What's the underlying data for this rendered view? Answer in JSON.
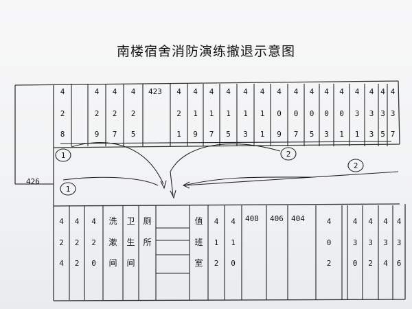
{
  "title": "南楼宿舍消防演练撤退示意图",
  "side_room": "426",
  "top_rooms": [
    {
      "id": "r428",
      "chars": [
        "4",
        "2",
        "8"
      ]
    },
    {
      "id": "blank1",
      "chars": []
    },
    {
      "id": "r429",
      "chars": [
        "4",
        "2",
        "9"
      ]
    },
    {
      "id": "r427",
      "chars": [
        "4",
        "2",
        "7"
      ]
    },
    {
      "id": "r425",
      "chars": [
        "4",
        "2",
        "5"
      ]
    },
    {
      "id": "r423",
      "chars": [
        "423"
      ]
    },
    {
      "id": "r421",
      "chars": [
        "4",
        "2",
        "1"
      ]
    },
    {
      "id": "r419",
      "chars": [
        "4",
        "1",
        "9"
      ]
    },
    {
      "id": "r417",
      "chars": [
        "4",
        "1",
        "7"
      ]
    },
    {
      "id": "r415",
      "chars": [
        "4",
        "1",
        "5"
      ]
    },
    {
      "id": "r413",
      "chars": [
        "4",
        "1",
        "3"
      ]
    },
    {
      "id": "r411",
      "chars": [
        "4",
        "1",
        "1"
      ]
    },
    {
      "id": "r409",
      "chars": [
        "4",
        "0",
        "9"
      ]
    },
    {
      "id": "r407",
      "chars": [
        "4",
        "0",
        "7"
      ]
    },
    {
      "id": "r405",
      "chars": [
        "4",
        "0",
        "5"
      ]
    },
    {
      "id": "r403",
      "chars": [
        "4",
        "0",
        "3"
      ]
    },
    {
      "id": "r401",
      "chars": [
        "4",
        "0",
        "1"
      ]
    },
    {
      "id": "r431",
      "chars": [
        "4",
        "3",
        "1"
      ]
    },
    {
      "id": "r433",
      "chars": [
        "4",
        "3",
        "3"
      ]
    },
    {
      "id": "r435",
      "chars": [
        "4",
        "3",
        "5"
      ]
    },
    {
      "id": "r437",
      "chars": [
        "4",
        "3",
        "7"
      ]
    }
  ],
  "bottom_rooms": [
    {
      "id": "r424",
      "chars": [
        "4",
        "2",
        "4"
      ]
    },
    {
      "id": "r422",
      "chars": [
        "4",
        "2",
        "2"
      ]
    },
    {
      "id": "r420",
      "chars": [
        "4",
        "2",
        "0"
      ]
    },
    {
      "id": "washroom",
      "chars": [
        "洗",
        "漱",
        "间"
      ]
    },
    {
      "id": "toilet",
      "chars": [
        "卫",
        "生",
        "间"
      ]
    },
    {
      "id": "wc",
      "chars": [
        "厕",
        "所"
      ]
    },
    {
      "id": "stairs",
      "chars": []
    },
    {
      "id": "duty",
      "chars": [
        "值",
        "班",
        "室"
      ]
    },
    {
      "id": "r412",
      "chars": [
        "4",
        "1",
        "2"
      ]
    },
    {
      "id": "r410",
      "chars": [
        "4",
        "1",
        "0"
      ]
    },
    {
      "id": "r408",
      "chars": [
        "408"
      ]
    },
    {
      "id": "r406",
      "chars": [
        "406"
      ]
    },
    {
      "id": "r404",
      "chars": [
        "404"
      ]
    },
    {
      "id": "r402",
      "chars": [
        "4",
        "0",
        "2"
      ]
    },
    {
      "id": "blank2",
      "chars": []
    },
    {
      "id": "r430",
      "chars": [
        "4",
        "3",
        "0"
      ]
    },
    {
      "id": "r432",
      "chars": [
        "4",
        "3",
        "2"
      ]
    },
    {
      "id": "r434",
      "chars": [
        "4",
        "3",
        "4"
      ]
    },
    {
      "id": "r436",
      "chars": [
        "4",
        "3",
        "6"
      ]
    }
  ],
  "markers": [
    {
      "id": "m1a",
      "label": "1"
    },
    {
      "id": "m1b",
      "label": "1"
    },
    {
      "id": "m2a",
      "label": "2"
    },
    {
      "id": "m2b",
      "label": "2"
    }
  ]
}
